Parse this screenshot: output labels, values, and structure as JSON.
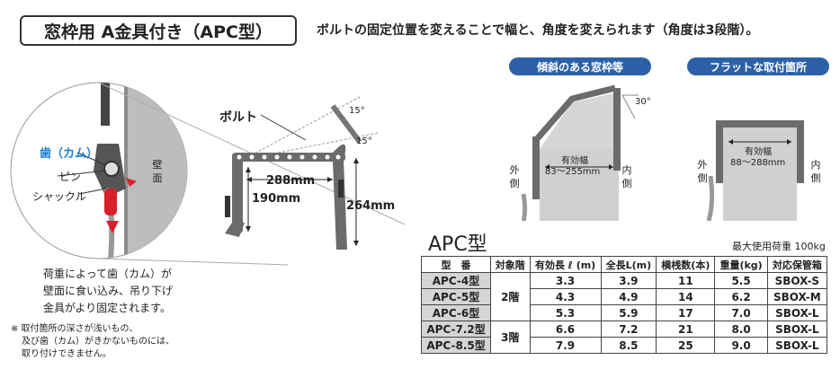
{
  "title": "窓枠用  A金具付き（APC型）",
  "description": "ボルトの固定位置を変えることで幅と、角度を変えられます（角度は3段階）。",
  "left_diagram": {
    "tooth_label": "歯（カム）",
    "pin_label": "ピン",
    "shackle_label": "シャックル",
    "wall_label": "壁面"
  },
  "center_diagram": {
    "bolt_label": "ボルト",
    "angle_1": "15°",
    "angle_2": "15°",
    "width_dim": "288mm",
    "height_dim_1": "190mm",
    "height_dim_2": "264mm"
  },
  "note_main": [
    "荷重によって歯（カム）が",
    "壁面に食い込み、吊り下げ",
    "金具がより固定されます。"
  ],
  "note_small": [
    "※ 取付箇所の深さが浅いもの、",
    "及び歯（カム）がきかないものには、",
    "取り付けできません。"
  ],
  "sloped": {
    "header": "傾斜のある窓枠等",
    "angle": "30°",
    "eff_label": "有効幅",
    "eff_range": "83〜255mm",
    "outside": "外側",
    "inside": "内側"
  },
  "flat": {
    "header": "フラットな取付箇所",
    "eff_label": "有効幅",
    "eff_range": "88〜288mm",
    "outside": "外側",
    "inside": "内側"
  },
  "table": {
    "title": "APC型",
    "max_load": "最大使用荷重 100kg",
    "headers": [
      "型　番",
      "対象階",
      "有効長 ℓ (m)",
      "全長L(m)",
      "横桟数(本)",
      "重量(kg)",
      "対応保管箱"
    ],
    "rows": [
      [
        "APC-4型",
        "3.3",
        "3.9",
        "11",
        "5.5",
        "SBOX-S"
      ],
      [
        "APC-5型",
        "4.3",
        "4.9",
        "14",
        "6.2",
        "SBOX-M"
      ],
      [
        "APC-6型",
        "5.3",
        "5.9",
        "17",
        "7.0",
        "SBOX-L"
      ],
      [
        "APC-7.2型",
        "6.6",
        "7.2",
        "21",
        "8.0",
        "SBOX-L"
      ],
      [
        "APC-8.5型",
        "7.9",
        "8.5",
        "25",
        "9.0",
        "SBOX-L"
      ]
    ],
    "level_2": "2階",
    "level_3": "3階"
  },
  "colors": {
    "accent": "#2c61a8",
    "metal": "#6b6b6b",
    "red": "#d8202a",
    "highlight": "#1a7fd0"
  }
}
